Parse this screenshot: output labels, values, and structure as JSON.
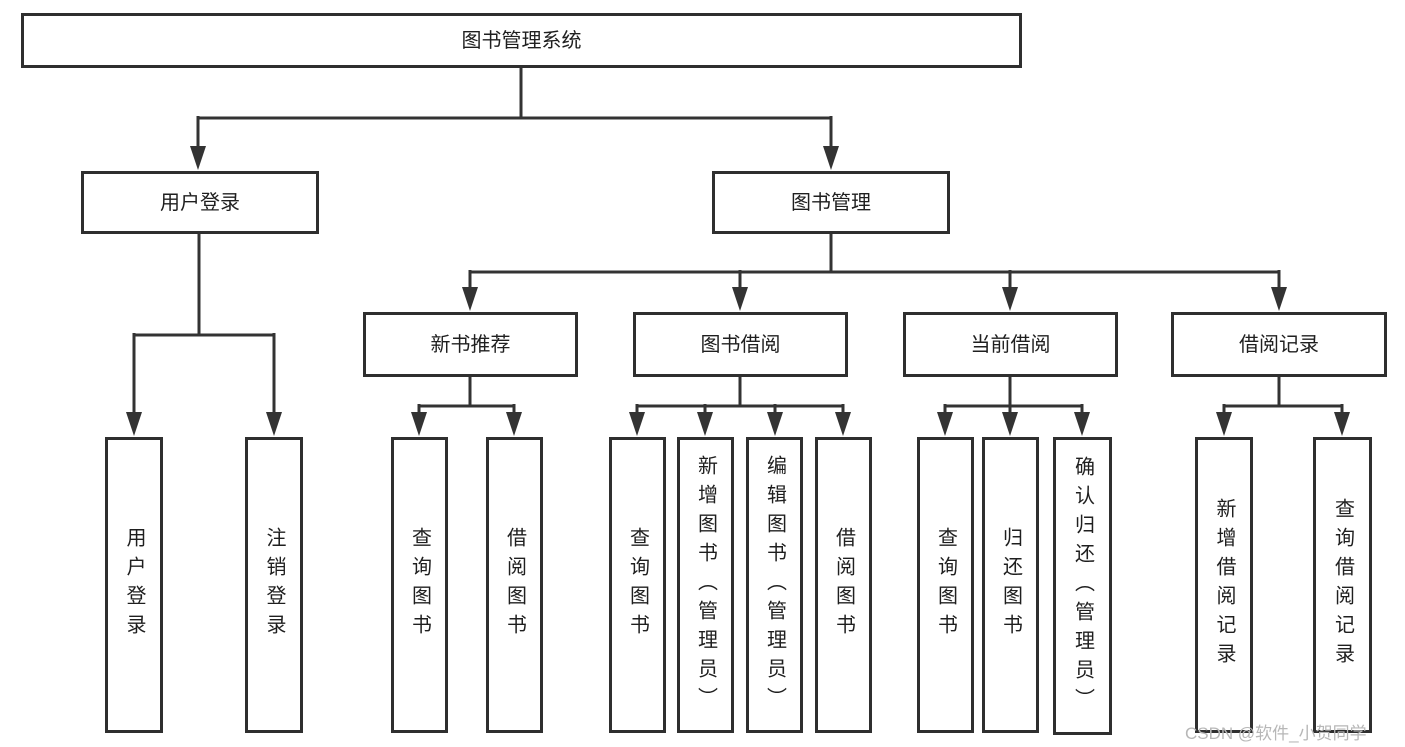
{
  "diagram": {
    "root": "图书管理系统",
    "level2": [
      "用户登录",
      "图书管理"
    ],
    "level3": [
      "新书推荐",
      "图书借阅",
      "当前借阅",
      "借阅记录"
    ],
    "leaves": {
      "user_login": [
        "用户登录",
        "注销登录"
      ],
      "new_book": [
        "查询图书",
        "借阅图书"
      ],
      "book_borrow": [
        "查询图书",
        "新增图书（管理员）",
        "编辑图书（管理员）",
        "借阅图书"
      ],
      "current_borrow": [
        "查询图书",
        "归还图书",
        "确认归还（管理员）"
      ],
      "borrow_records": [
        "新增借阅记录",
        "查询借阅记录"
      ]
    }
  },
  "watermark": "CSDN @软件_小贺同学",
  "colors": {
    "line": "#333333",
    "border": "#2f2f2f",
    "text": "#1f1f1f",
    "watermark": "#b7b7b7",
    "background": "#ffffff"
  }
}
